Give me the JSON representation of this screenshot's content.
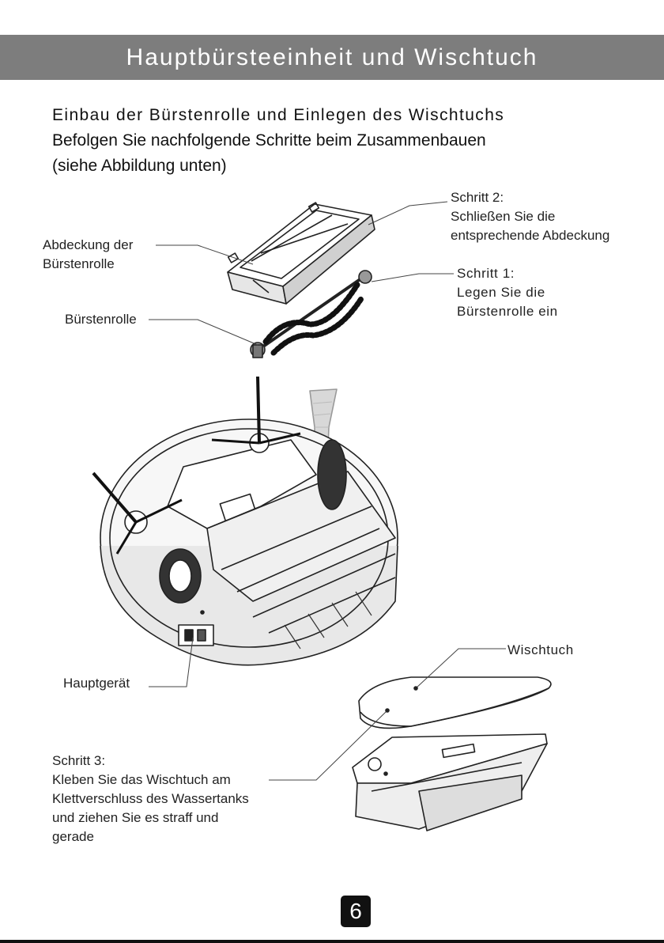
{
  "header": {
    "title": "Hauptbürsteeinheit und Wischtuch"
  },
  "intro": {
    "line1": "Einbau der Bürstenrolle und Einlegen des Wischtuchs",
    "line2": "Befolgen Sie nachfolgende Schritte beim Zusammenbauen",
    "line3": "(siehe Abbildung unten)"
  },
  "labels": {
    "abdeckung": {
      "l1": "Abdeckung der",
      "l2": "Bürstenrolle"
    },
    "buerstenrolle": "Bürstenrolle",
    "step2": {
      "l1": "Schritt 2:",
      "l2": "Schließen Sie die",
      "l3": "entsprechende Abdeckung"
    },
    "step1": {
      "l1": "Schritt 1:",
      "l2": "Legen Sie die",
      "l3": "Bürstenrolle ein"
    },
    "hauptgeraet": "Hauptgerät",
    "wischtuch": "Wischtuch",
    "step3": {
      "l1": "Schritt 3:",
      "l2": "Kleben Sie das Wischtuch am",
      "l3": "Klettverschluss des Wassertanks",
      "l4": "und ziehen Sie es straff und",
      "l5": "gerade"
    }
  },
  "footer": {
    "page_number": "6"
  },
  "colors": {
    "banner": "#7d7d7d",
    "text": "#1a1a1a"
  }
}
